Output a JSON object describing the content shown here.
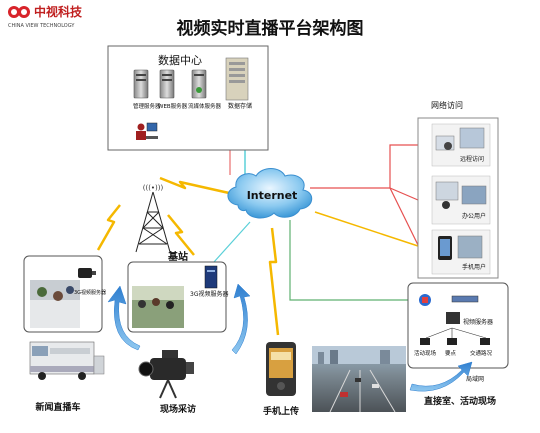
{
  "logo": {
    "cn": "中视科技",
    "en": "CHINA VIEW TECHNOLOGY"
  },
  "title": "视频实时直播平台架构图",
  "data_center": {
    "title": "数据中心",
    "servers": [
      "管理服务器",
      "WEB服务器",
      "流媒体服务器"
    ],
    "storage": "数据存储"
  },
  "internet": "Internet",
  "network_access": {
    "title": "网络访问",
    "items": [
      "远程访问",
      "办公用户",
      "手机用户"
    ]
  },
  "base_station": "基站",
  "tower_label": "(((•)))",
  "nodes": {
    "car_device": "3G视频服务器",
    "station_device": "3G视频服务器",
    "news_car": "新闻直播车",
    "field_collect": "现场采访",
    "mobile_upload": "手机上传",
    "studio": "直接室、活动现场"
  },
  "studio_box": {
    "device": "视频服务器",
    "sites": [
      "活动现场",
      "要点",
      "交通路况"
    ],
    "lan": "局域网"
  },
  "colors": {
    "lightning": "#f5b800",
    "cyan_line": "#5ad0d8",
    "red_line": "#e65050",
    "green_line": "#5fb070",
    "cloud": "#4aa8e0",
    "arrow_blue": "#3a8fd8"
  }
}
